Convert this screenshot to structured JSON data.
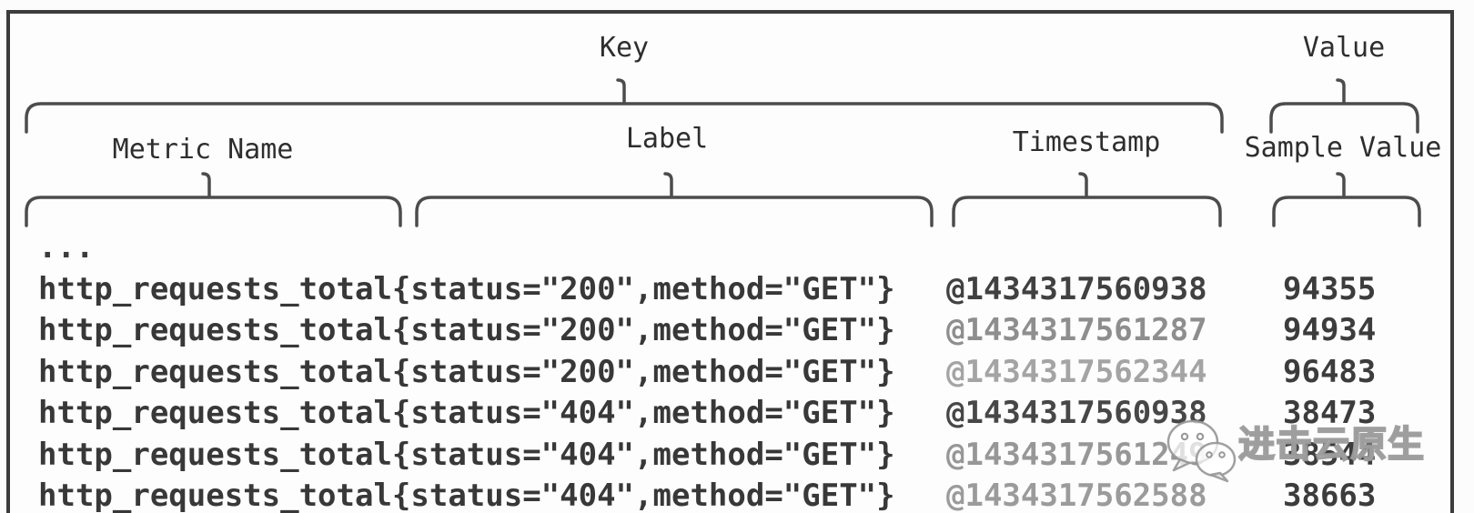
{
  "diagram": {
    "header": {
      "key_label": "Key",
      "value_label": "Value",
      "col_metric": "Metric Name",
      "col_label": "Label",
      "col_timestamp": "Timestamp",
      "col_sample": "Sample Value"
    },
    "ellipsis": "...",
    "rows": [
      {
        "metric": "http_requests_total{status=\"200\",method=\"GET\"}",
        "timestamp": "@1434317560938",
        "value": "94355",
        "ts_color": "#414141"
      },
      {
        "metric": "http_requests_total{status=\"200\",method=\"GET\"}",
        "timestamp": "@1434317561287",
        "value": "94934",
        "ts_color": "#8e8e8e"
      },
      {
        "metric": "http_requests_total{status=\"200\",method=\"GET\"}",
        "timestamp": "@1434317562344",
        "value": "96483",
        "ts_color": "#a4a4a4"
      },
      {
        "metric": "http_requests_total{status=\"404\",method=\"GET\"}",
        "timestamp": "@1434317560938",
        "value": "38473",
        "ts_color": "#474747"
      },
      {
        "metric": "http_requests_total{status=\"404\",method=\"GET\"}",
        "timestamp": "@1434317561249",
        "value": "38544",
        "ts_color": "#979797"
      },
      {
        "metric": "http_requests_total{status=\"404\",method=\"GET\"}",
        "timestamp": "@1434317562588",
        "value": "38663",
        "ts_color": "#9b9b9b"
      }
    ],
    "watermark": {
      "text": "进击云原生",
      "icon": "wechat-icon"
    }
  },
  "colors": {
    "metric_text": "#383838",
    "value_text": "#3c3c3c",
    "ellipsis_text": "#3c3c3c",
    "header_text": "#2e2e2e",
    "brace": "#4c4c4c",
    "frame_border": "#3c3c3c"
  }
}
